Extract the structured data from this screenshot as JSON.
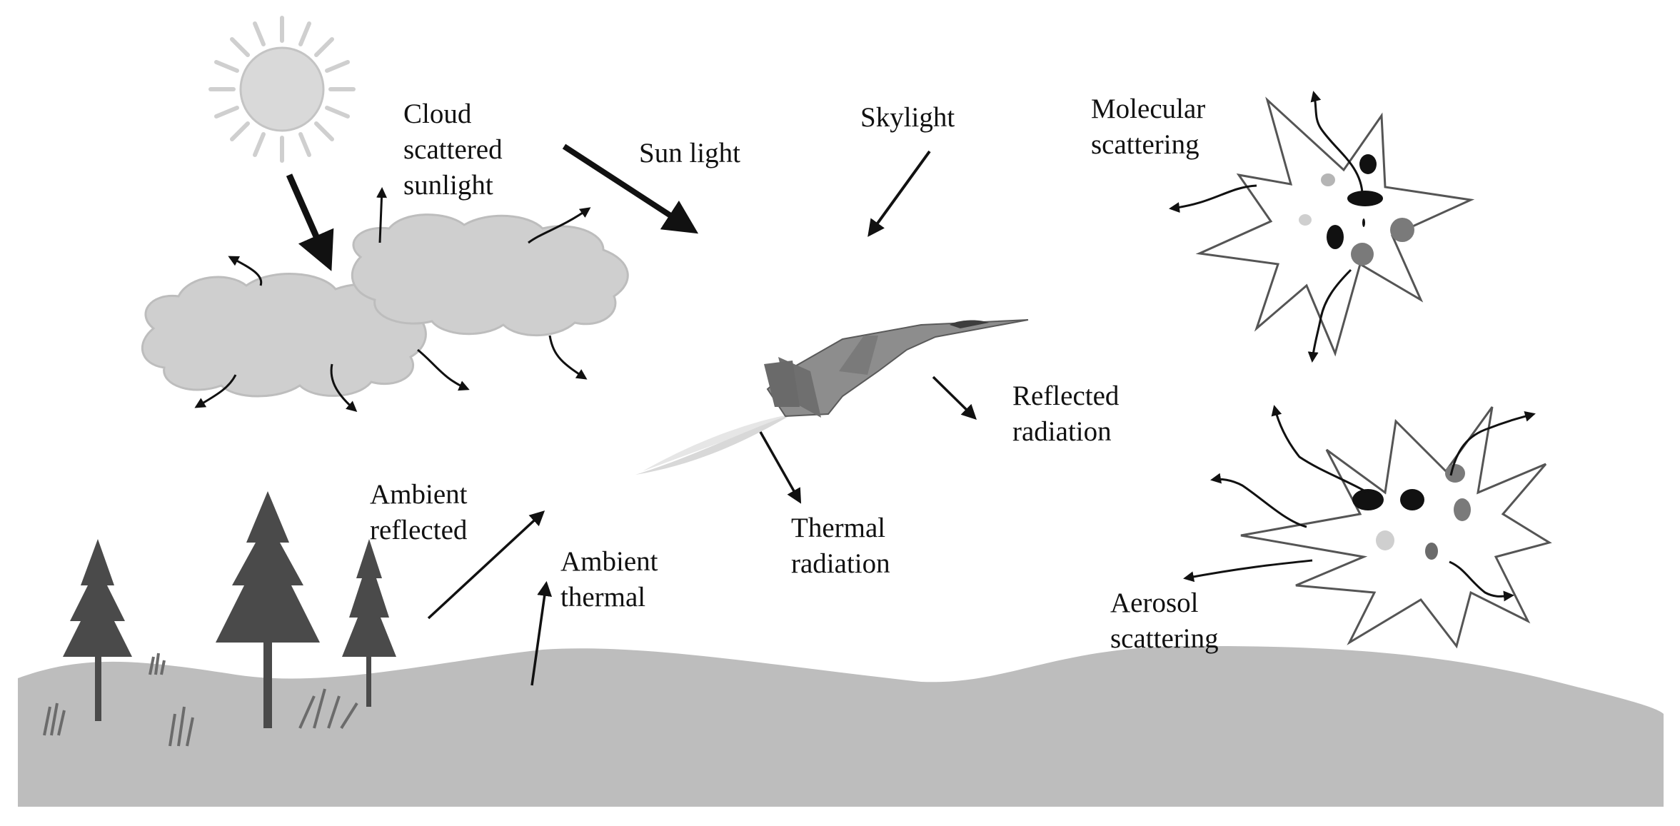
{
  "labels": {
    "cloud_scattered": [
      "Cloud",
      "scattered",
      "sunlight"
    ],
    "sun_light": "Sun light",
    "skylight": "Skylight",
    "molecular": [
      "Molecular",
      "scattering"
    ],
    "reflected_radiation": [
      "Reflected",
      "radiation"
    ],
    "ambient_reflected": [
      "Ambient",
      "reflected"
    ],
    "ambient_thermal": [
      "Ambient",
      "thermal"
    ],
    "thermal_radiation": [
      "Thermal",
      "radiation"
    ],
    "aerosol": [
      "Aerosol",
      "scattering"
    ]
  },
  "colors": {
    "ground": "#bdbdbd",
    "cloud": "#cfcfcf",
    "sun": "#d9d9d9",
    "tree": "#4a4a4a",
    "arrow": "#111111"
  }
}
